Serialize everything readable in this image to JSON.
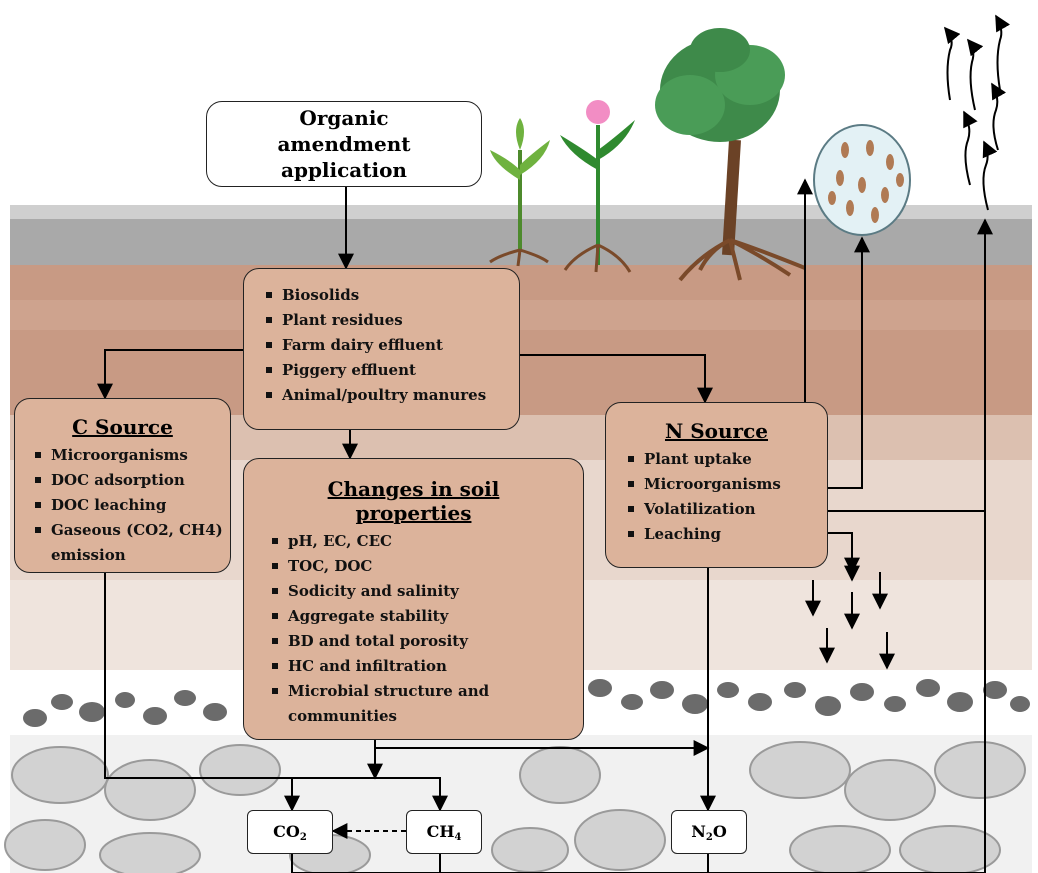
{
  "top_box": {
    "label": "Organic amendment application"
  },
  "amendment_sources": {
    "items": [
      "Biosolids",
      "Plant residues",
      "Farm dairy effluent",
      "Piggery effluent",
      "Animal/poultry manures"
    ]
  },
  "c_source": {
    "title": "C Source",
    "items": [
      "Microorganisms",
      "DOC adsorption",
      "DOC leaching",
      "Gaseous (CO2, CH4) emission"
    ]
  },
  "soil_properties": {
    "title": "Changes in soil properties",
    "items": [
      "pH, EC, CEC",
      "TOC, DOC",
      "Sodicity and salinity",
      "Aggregate stability",
      "BD and total porosity",
      "HC and infiltration",
      "Microbial structure and communities"
    ]
  },
  "n_source": {
    "title": "N Source",
    "items": [
      "Plant uptake",
      "Microorganisms",
      "Volatilization",
      "Leaching"
    ]
  },
  "gases": {
    "co2": {
      "base": "CO",
      "sub": "2"
    },
    "ch4": {
      "base": "CH",
      "sub": "4"
    },
    "n2o": {
      "pre": "N",
      "sub": "2",
      "post": "O"
    }
  },
  "colors": {
    "box_fill": "#dcb39b",
    "topsoil": "#c89a84",
    "surface": "#a9a9a9"
  }
}
